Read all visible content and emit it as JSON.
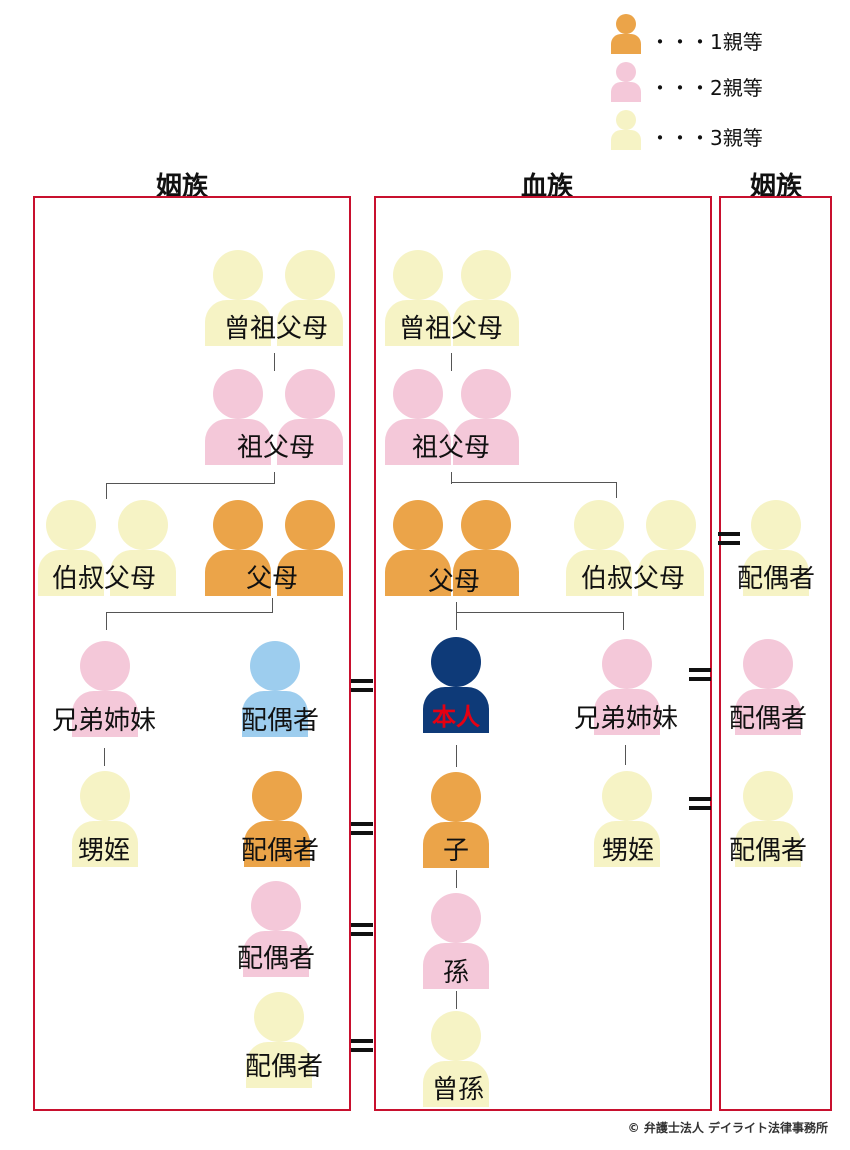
{
  "colors": {
    "degree1": "#eba449",
    "degree2": "#f4c8d9",
    "degree3": "#f6f3c5",
    "self": "#0e3a78",
    "spouse": "#9dcdee",
    "frame": "#c8102e"
  },
  "legend": [
    {
      "text": "・・・1親等",
      "color": "degree1"
    },
    {
      "text": "・・・2親等",
      "color": "degree2"
    },
    {
      "text": "・・・3親等",
      "color": "degree3"
    }
  ],
  "columns": {
    "left": "姻族",
    "center": "血族",
    "right": "姻族"
  },
  "labels": {
    "great_grandparents": "曾祖父母",
    "grandparents": "祖父母",
    "parents": "父母",
    "uncles_aunts": "伯叔父母",
    "siblings": "兄弟姉妹",
    "spouse": "配偶者",
    "nephews_nieces": "甥姪",
    "self": "本人",
    "child": "子",
    "grandchild": "孫",
    "great_grandchild": "曾孫"
  },
  "credit": "© 弁護士法人 デイライト法律事務所"
}
